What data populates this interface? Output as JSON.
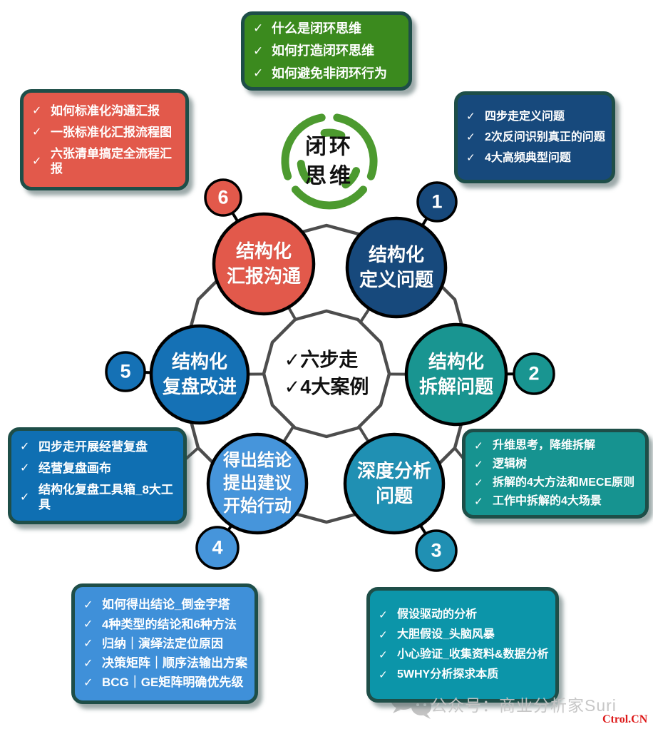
{
  "glyphs": {
    "check": "✓"
  },
  "colors": {
    "line_gray": "#4D4D4D",
    "circle_outline": "#000000",
    "inner_polygon_fill": "#FFFFFF",
    "logo_green": "#4C9A2F",
    "box_border": "#1E4E48",
    "watermark_gray": "#C6C6C6",
    "brand_red": "#DD1A1A"
  },
  "logo": {
    "label": "闭环\n思维"
  },
  "center": {
    "line1": "✓六步走",
    "line2": "✓4大案例"
  },
  "steps": [
    {
      "num": "1",
      "label": "结构化\n定义问题",
      "color": "#17497C"
    },
    {
      "num": "2",
      "label": "结构化\n拆解问题",
      "color": "#199591"
    },
    {
      "num": "3",
      "label": "深度分析\n问题",
      "color": "#2090B3"
    },
    {
      "num": "4",
      "label": "得出结论\n提出建议\n开始行动",
      "color": "#4695DB"
    },
    {
      "num": "5",
      "label": "结构化\n复盘改进",
      "color": "#1571B5"
    },
    {
      "num": "6",
      "label": "结构化\n汇报沟通",
      "color": "#E2594B"
    }
  ],
  "callouts": {
    "closed_loop": {
      "color": "#3B8A1E",
      "items": [
        "什么是闭环思维",
        "如何打造闭环思维",
        "如何避免非闭环行为"
      ]
    },
    "report": {
      "color": "#E2594B",
      "items": [
        "如何标准化沟通汇报",
        "一张标准化汇报流程图",
        "六张清单搞定全流程汇报"
      ]
    },
    "define": {
      "color": "#17497C",
      "items": [
        "四步走定义问题",
        "2次反问识别真正的问题",
        "4大高频典型问题"
      ]
    },
    "review": {
      "color": "#0F6FB2",
      "items": [
        "四步走开展经营复盘",
        "经营复盘画布",
        "结构化复盘工具箱_8大工具"
      ]
    },
    "decompose": {
      "color": "#169390",
      "items": [
        "升维思考，降维拆解",
        "逻辑树",
        "拆解的4大方法和MECE原则",
        "工作中拆解的4大场景"
      ]
    },
    "conclude": {
      "color": "#3F90D9",
      "items": [
        "如何得出结论_倒金字塔",
        "4种类型的结论和6种方法",
        "归纳｜演绎法定位原因",
        "决策矩阵｜顺序法输出方案",
        "BCG｜GE矩阵明确优先级"
      ]
    },
    "analyze": {
      "color": "#0C95A9",
      "items": [
        "假设驱动的分析",
        "大胆假设_头脑风暴",
        "小心验证_收集资料&数据分析",
        "5WHY分析探求本质"
      ]
    }
  },
  "watermark": {
    "text": "公众号：商业分析家Suri",
    "brand": "Ctrol.CN"
  }
}
